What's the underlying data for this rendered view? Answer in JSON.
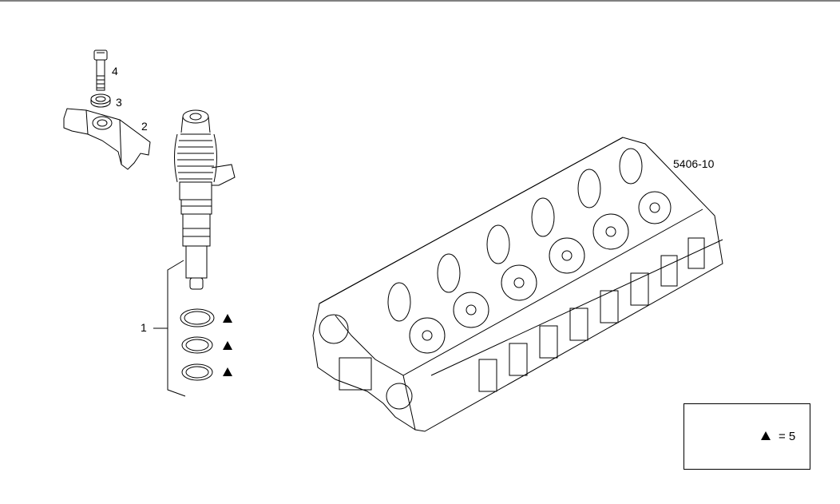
{
  "drawing": {
    "reference": "5406-10"
  },
  "parts": [
    {
      "number": "1",
      "description_shown": ""
    },
    {
      "number": "2",
      "description_shown": ""
    },
    {
      "number": "3",
      "description_shown": ""
    },
    {
      "number": "4",
      "description_shown": ""
    }
  ],
  "legend": {
    "symbol": "triangle",
    "text": "= 5"
  },
  "colors": {
    "line": "#000000",
    "background": "#ffffff"
  }
}
